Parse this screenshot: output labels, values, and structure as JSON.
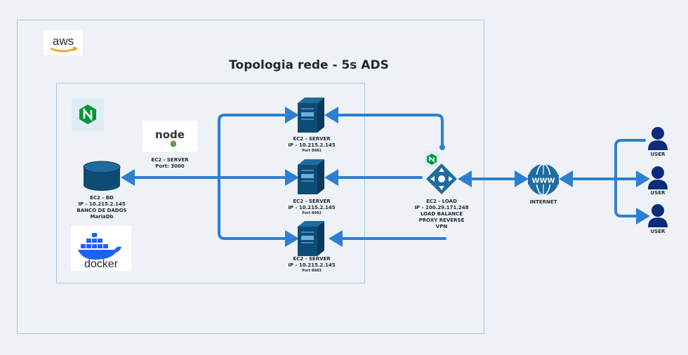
{
  "title": "Topologia rede - 5s ADS",
  "cloud": {
    "logo_text": "aws"
  },
  "database": {
    "lines": [
      "EC2 - BD",
      "IP - 10.215.2.145",
      "BANCO DE DADOS",
      "MariaDb"
    ],
    "docker_text": "docker"
  },
  "node_server": {
    "logo_text": "node",
    "lines": [
      "EC2 - SERVER",
      "Port: 3000"
    ]
  },
  "servers": [
    {
      "lines": [
        "EC2 - SERVER",
        "IP - 10.215.2.145"
      ],
      "port": "Port 8081"
    },
    {
      "lines": [
        "EC2 - SERVER",
        "IP - 10.215.2.145"
      ],
      "port": "Port 8082"
    },
    {
      "lines": [
        "EC2 - SERVER",
        "IP - 10.215.2.145"
      ],
      "port": "Port 8083"
    }
  ],
  "load_balancer": {
    "lines": [
      "EC2 - LOAD",
      "IP - 100.29.171.248",
      "LOAD BALANCE",
      "PROXY REVERSE",
      "VPN"
    ]
  },
  "internet": {
    "label": "INTERNET",
    "globe_text": "WWW"
  },
  "users": [
    {
      "label": "USER"
    },
    {
      "label": "USER"
    },
    {
      "label": "USER"
    }
  ],
  "colors": {
    "line": "#2d7fd3",
    "icon_dark": "#0f4c75",
    "user_icon": "#0b2c7a",
    "nginx": "#009639"
  }
}
